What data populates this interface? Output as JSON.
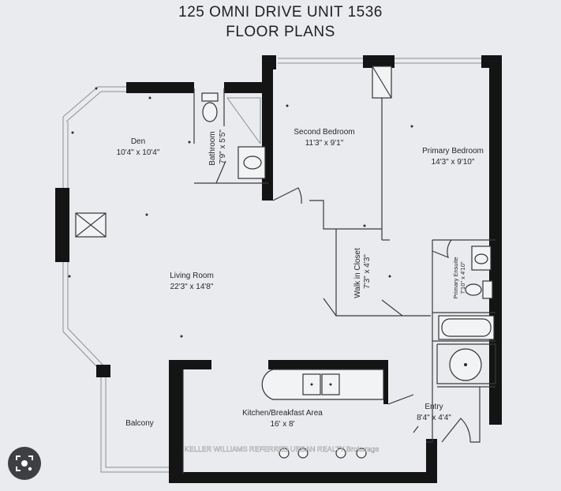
{
  "title": {
    "line1": "125 OMNI DRIVE UNIT 1536",
    "line2": "FLOOR PLANS"
  },
  "rooms": [
    {
      "key": "den",
      "name": "Den",
      "size": "10'4\" x 10'4\""
    },
    {
      "key": "bathroom",
      "name": "Bathroom",
      "size": "7'9\" x 5'5\""
    },
    {
      "key": "second_bedroom",
      "name": "Second Bedroom",
      "size": "11'3\" x 9'1\""
    },
    {
      "key": "primary_bedroom",
      "name": "Primary Bedroom",
      "size": "14'3\" x 9'10\""
    },
    {
      "key": "living_room",
      "name": "Living Room",
      "size": "22'3\" x 14'8\""
    },
    {
      "key": "walk_in_closet",
      "name": "Walk in Closet",
      "size": "7'3\" x 4'3\""
    },
    {
      "key": "primary_ensuite",
      "name": "Primary Ensuite",
      "size": "7'10\" x 4'10\""
    },
    {
      "key": "balcony",
      "name": "Balcony",
      "size": ""
    },
    {
      "key": "kitchen",
      "name": "Kitchen/Breakfast Area",
      "size": "16' x 8'"
    },
    {
      "key": "entry",
      "name": "Entry",
      "size": "8'4\" x 4'4\""
    }
  ],
  "watermark": "KELLER WILLIAMS REFERRED URBAN REALTY Brokerage",
  "icons": {
    "lens": "image-search-icon"
  }
}
